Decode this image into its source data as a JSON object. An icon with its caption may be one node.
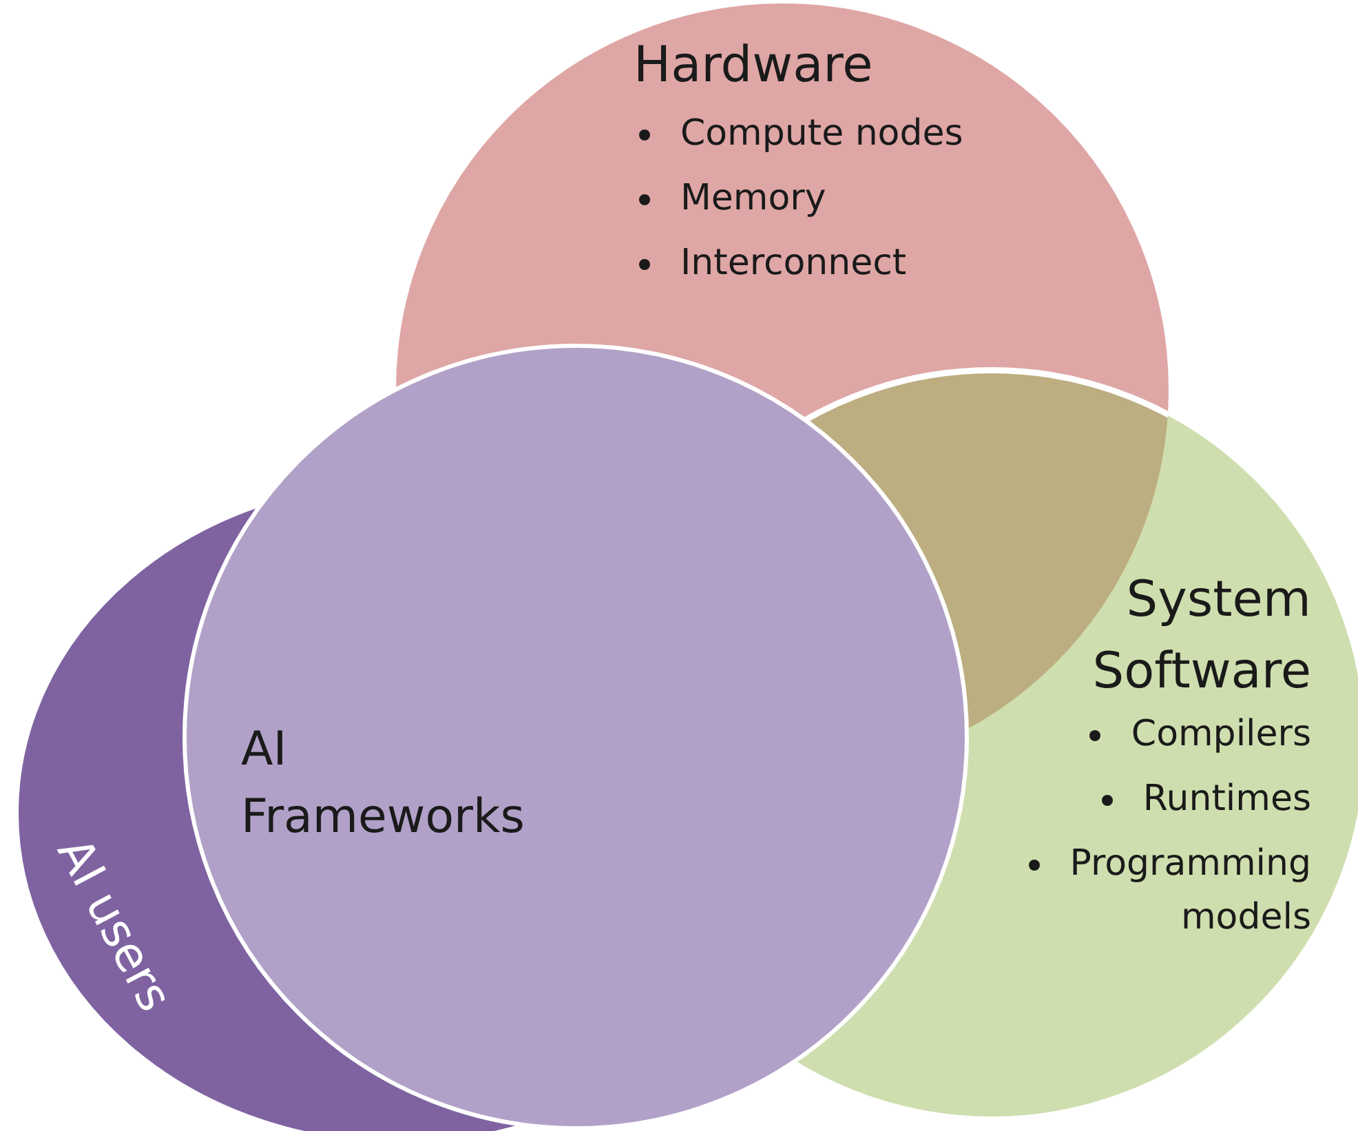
{
  "diagram": {
    "nodes": [
      {
        "text": [
          "Hardware",
          "Compute nodes",
          "Memory",
          "Interconnect"
        ]
      },
      {
        "text": [
          "System Software",
          "Compilers",
          "Runtimes",
          "Programming models"
        ]
      },
      {
        "text": [
          "AI users"
        ]
      },
      {
        "text": [
          "AI Frameworks"
        ]
      }
    ]
  }
}
